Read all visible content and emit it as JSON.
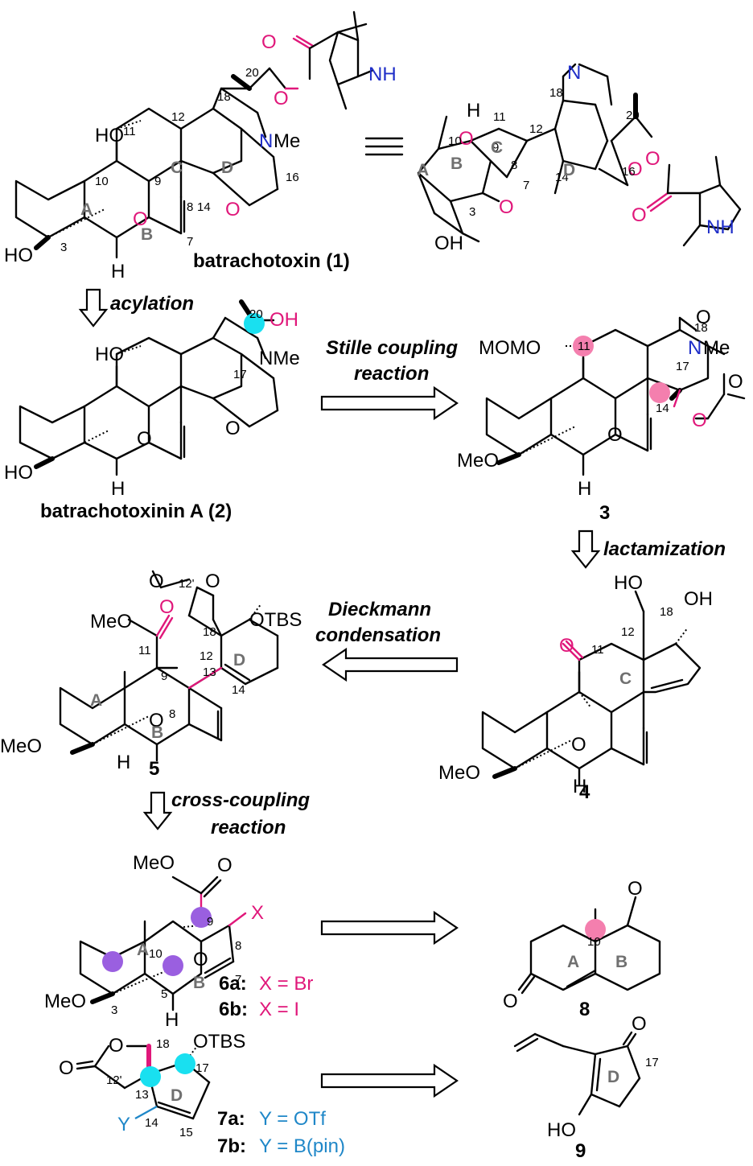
{
  "compounds": {
    "c1": "batrachotoxin (1)",
    "c2": "batrachotoxinin A (2)",
    "c3": "3",
    "c4": "4",
    "c5": "5",
    "c6a": "6a",
    "c6a_x": "X = Br",
    "c6b": "6b",
    "c6b_x": "X = I",
    "c7a": "7a",
    "c7a_y": "Y = OTf",
    "c7b": "7b",
    "c7b_y": "Y = B(pin)",
    "c8": "8",
    "c9": "9"
  },
  "reactions": {
    "acylation": "acylation",
    "stille_1": "Stille coupling",
    "stille_2": "reaction",
    "lactamization": "lactamization",
    "dieckmann_1": "Dieckmann",
    "dieckmann_2": "condensation",
    "crosscoupling_1": "cross-coupling",
    "crosscoupling_2": "reaction"
  },
  "groups": {
    "mom": "MOMO",
    "meo": "MeO",
    "otbs": "OTBS",
    "nme": "NMe",
    "ho": "HO",
    "oh": "OH",
    "nh": "NH",
    "x": "X",
    "y": "Y"
  },
  "colors": {
    "magenta": "#e0177a",
    "blue": "#1f2ec8",
    "sky": "#1f87c8",
    "cyan_marker": "#19e0f0",
    "pink_marker": "#f47fae",
    "purple_marker": "#9a5fe0",
    "ring_label": "#707070"
  }
}
